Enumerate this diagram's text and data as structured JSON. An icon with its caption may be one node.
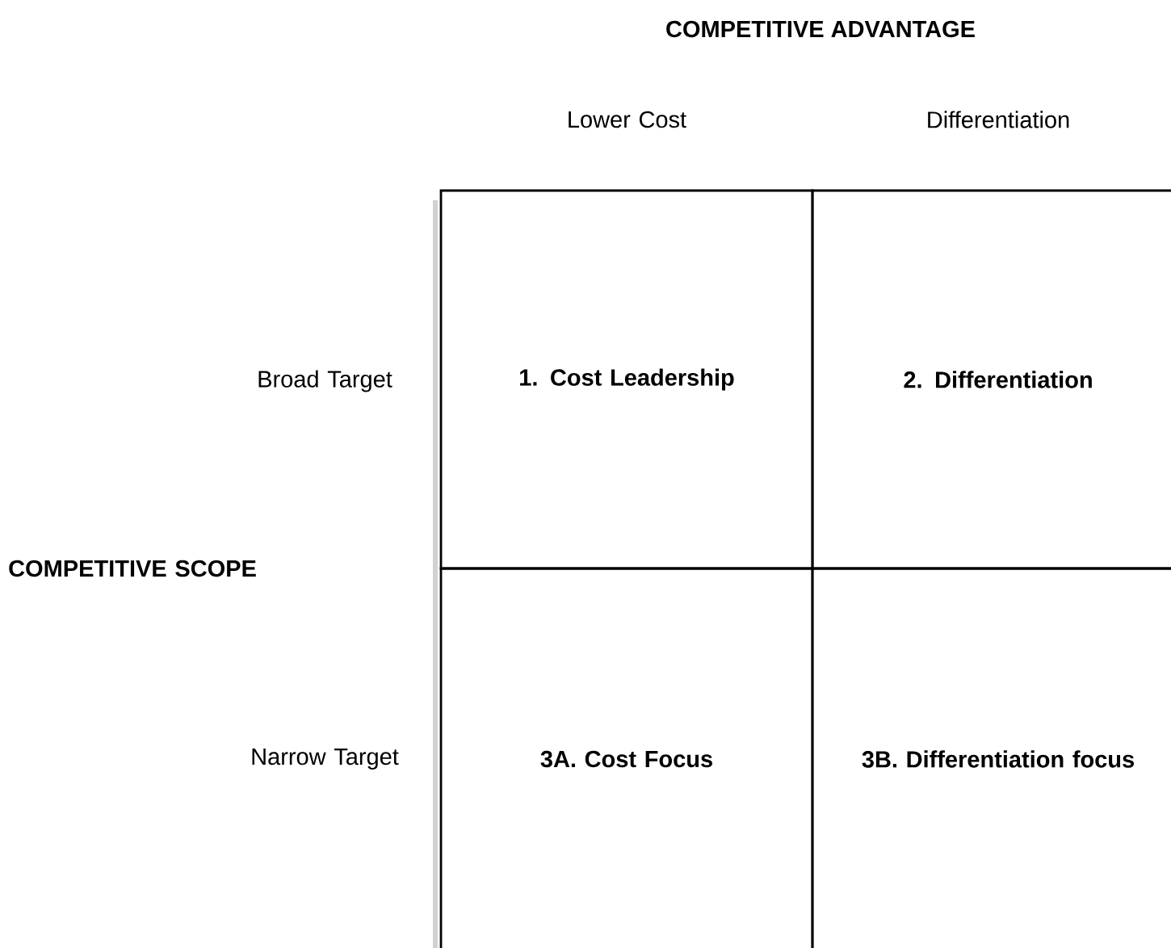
{
  "diagram": {
    "title": "COMPETITIVE ADVANTAGE",
    "nodes": [
      {
        "text": [
          "1. Cost Leadership"
        ]
      },
      {
        "text": [
          "2. Differentiation"
        ]
      },
      {
        "text": [
          "3A. Cost Focus"
        ]
      },
      {
        "text": [
          "3B. Differentiation focus"
        ]
      }
    ],
    "labels": [
      "Lower Cost",
      "Differentiation",
      "Broad Target",
      "COMPETITIVE SCOPE",
      "Narrow Target"
    ]
  }
}
